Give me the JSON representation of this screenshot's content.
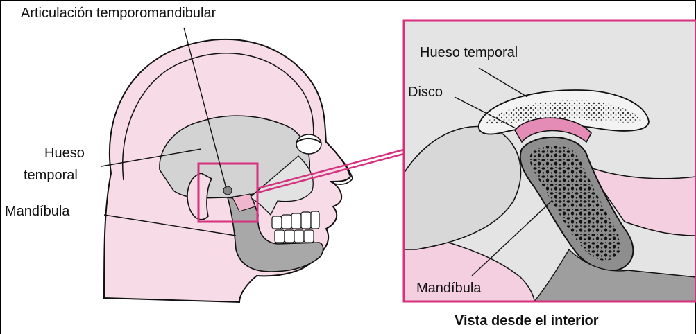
{
  "labels": {
    "tmj": "Articulación temporomandibular",
    "temporal_bone_line1": "Hueso",
    "temporal_bone_line2": "temporal",
    "mandible_left": "Mandíbula",
    "inset_temporal_bone": "Hueso temporal",
    "inset_disc": "Disco",
    "inset_mandible": "Mandíbula",
    "caption": "Vista desde el interior"
  },
  "colors": {
    "pink_skin": "#f7dbe6",
    "magenta": "#d6307e",
    "disc_pink": "#e48cb6",
    "bone_gray": "#cfcfcf",
    "dark_gray": "#9a9a9a",
    "background_gray": "#e4e4e4",
    "ink": "#111111"
  }
}
